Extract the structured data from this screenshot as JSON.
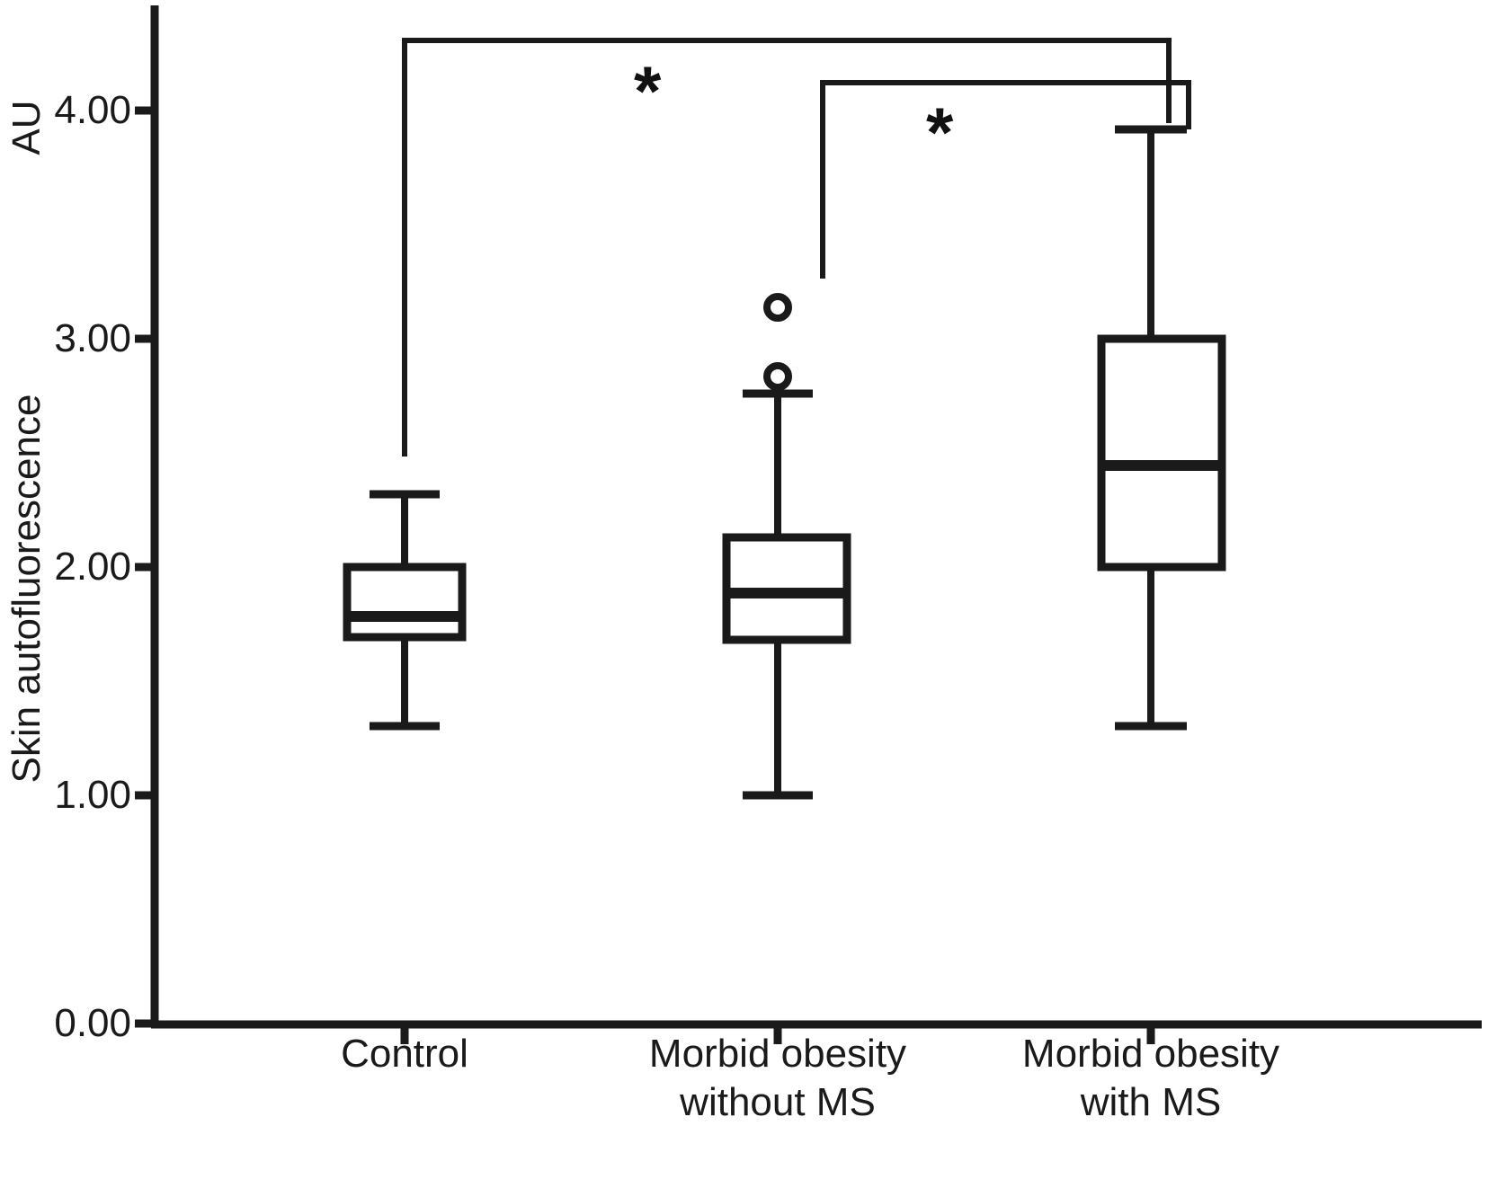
{
  "chart_data": {
    "type": "box",
    "title": "",
    "xlabel": "",
    "ylabel": "Skin autofluorescence",
    "yunit_label": "AU",
    "ylim": [
      0.0,
      4.4
    ],
    "yticks": [
      0.0,
      1.0,
      2.0,
      3.0,
      4.0
    ],
    "ytick_labels": [
      "0.00",
      "1.00",
      "2.00",
      "3.00",
      "4.00"
    ],
    "grid": false,
    "legend": "none",
    "categories": [
      "Control",
      "Morbid obesity\nwithout MS",
      "Morbid obesity\nwith MS"
    ],
    "boxes": [
      {
        "name": "Control",
        "whisker_low": 1.3,
        "q1": 1.7,
        "median": 1.79,
        "q3": 2.0,
        "whisker_high": 2.32,
        "outliers": []
      },
      {
        "name": "Morbid obesity without MS",
        "whisker_low": 1.0,
        "q1": 1.6,
        "median": 1.79,
        "q3": 2.05,
        "whisker_high": 2.69,
        "outliers": [
          2.79,
          3.1
        ]
      },
      {
        "name": "Morbid obesity with MS",
        "whisker_low": 1.3,
        "q1": 2.0,
        "median": 2.41,
        "q3": 2.9,
        "whisker_high": 3.9,
        "outliers": []
      }
    ],
    "annotations": [
      {
        "id": "sig-bracket-1",
        "marker": "*",
        "from": "Control",
        "to": "Morbid obesity with MS",
        "level": 4.29
      },
      {
        "id": "sig-bracket-2",
        "marker": "*",
        "from": "Morbid obesity without MS",
        "to": "Morbid obesity with MS",
        "level": 4.12
      }
    ]
  },
  "axis": {
    "y_unit": "AU",
    "y_title": "Skin autofluorescence",
    "ticks": {
      "t400": "4.00",
      "t300": "3.00",
      "t200": "2.00",
      "t100": "1.00",
      "t000": "0.00"
    }
  },
  "xlabels": {
    "cat1": "Control",
    "cat2": "Morbid obesity\nwithout MS",
    "cat3": "Morbid obesity\nwith MS"
  },
  "significance": {
    "star1": "*",
    "star2": "*"
  },
  "colors": {
    "ink": "#1a1a1a",
    "background": "#ffffff"
  }
}
